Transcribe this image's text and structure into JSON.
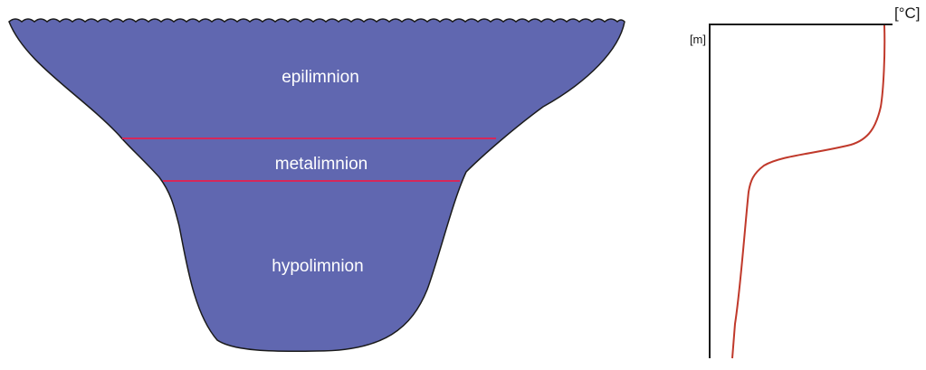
{
  "lake": {
    "layers": [
      {
        "name": "epilimnion"
      },
      {
        "name": "metalimnion"
      },
      {
        "name": "hypolimnion"
      }
    ],
    "colors": {
      "water": "#6067b0",
      "water_edge": "#1b1b1b",
      "boundary": "#d6275a"
    }
  },
  "profile": {
    "depth_unit": "[m]",
    "temperature_unit": "[°C]",
    "colors": {
      "axis": "#1b1b1b",
      "curve": "#c0392b"
    }
  }
}
